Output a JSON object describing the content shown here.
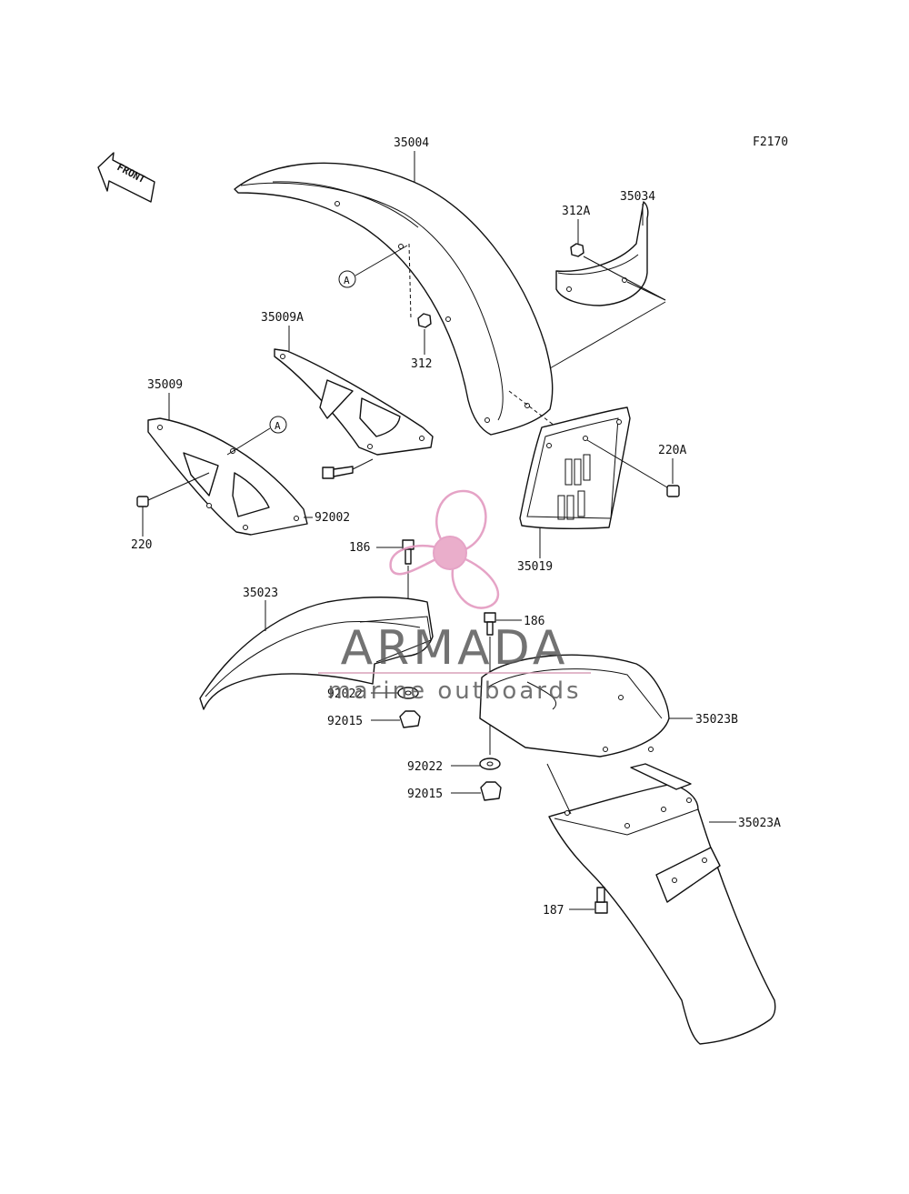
{
  "diagram": {
    "code": "F2170",
    "orientation_label": "FRONT",
    "reference_mark": "A",
    "part_labels": {
      "p35004": "35004",
      "p35034": "35034",
      "p312A": "312A",
      "p312": "312",
      "p35009A": "35009A",
      "p35009": "35009",
      "p220A": "220A",
      "p92002": "92002",
      "p220": "220",
      "p35019": "35019",
      "p186a": "186",
      "p186b": "186",
      "p35023": "35023",
      "p92022a": "92022",
      "p92015a": "92015",
      "p35023B": "35023B",
      "p92022b": "92022",
      "p92015b": "92015",
      "p35023A": "35023A",
      "p187": "187"
    }
  },
  "watermark": {
    "brand": "ARMADA",
    "tagline": "marine outboards",
    "logo_color": "#e39ac0",
    "accent_color": "#d8a0b8"
  }
}
